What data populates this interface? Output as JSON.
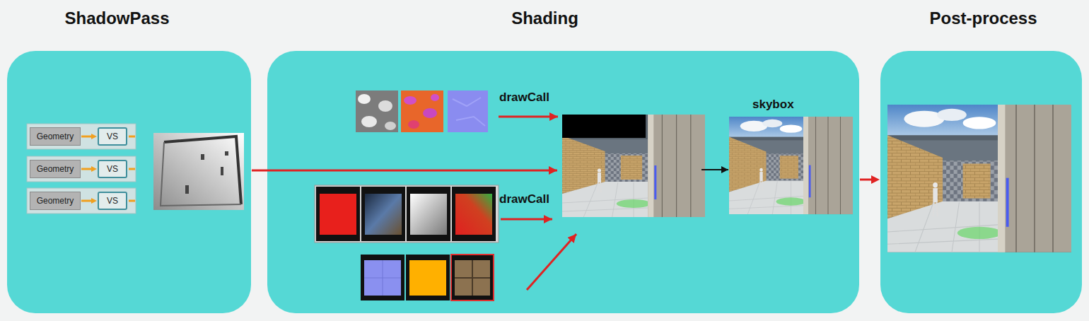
{
  "diagram": {
    "nodes": [
      {
        "text": [
          "ShadowPass"
        ]
      },
      {
        "text": [
          "Geometry"
        ],
        "in": 0
      },
      {
        "text": [
          "VS"
        ],
        "in": 0
      },
      {
        "text": [
          "Geometry"
        ],
        "in": 0
      },
      {
        "text": [
          "VS"
        ],
        "in": 0
      },
      {
        "text": [
          "Geometry"
        ],
        "in": 0
      },
      {
        "text": [
          "VS"
        ],
        "in": 0
      },
      {
        "text": [
          "Shading"
        ]
      },
      {
        "text": [
          "Post-process"
        ]
      }
    ],
    "edges": [
      {
        "from": 1,
        "to": 2,
        "arrow": "to"
      },
      {
        "from": 3,
        "to": 4,
        "arrow": "to"
      },
      {
        "from": 5,
        "to": 6,
        "arrow": "to"
      },
      {
        "from": 7,
        "to": 8,
        "arrow": "to"
      }
    ],
    "labels": [
      "drawCall",
      "drawCall",
      "skybox"
    ]
  }
}
